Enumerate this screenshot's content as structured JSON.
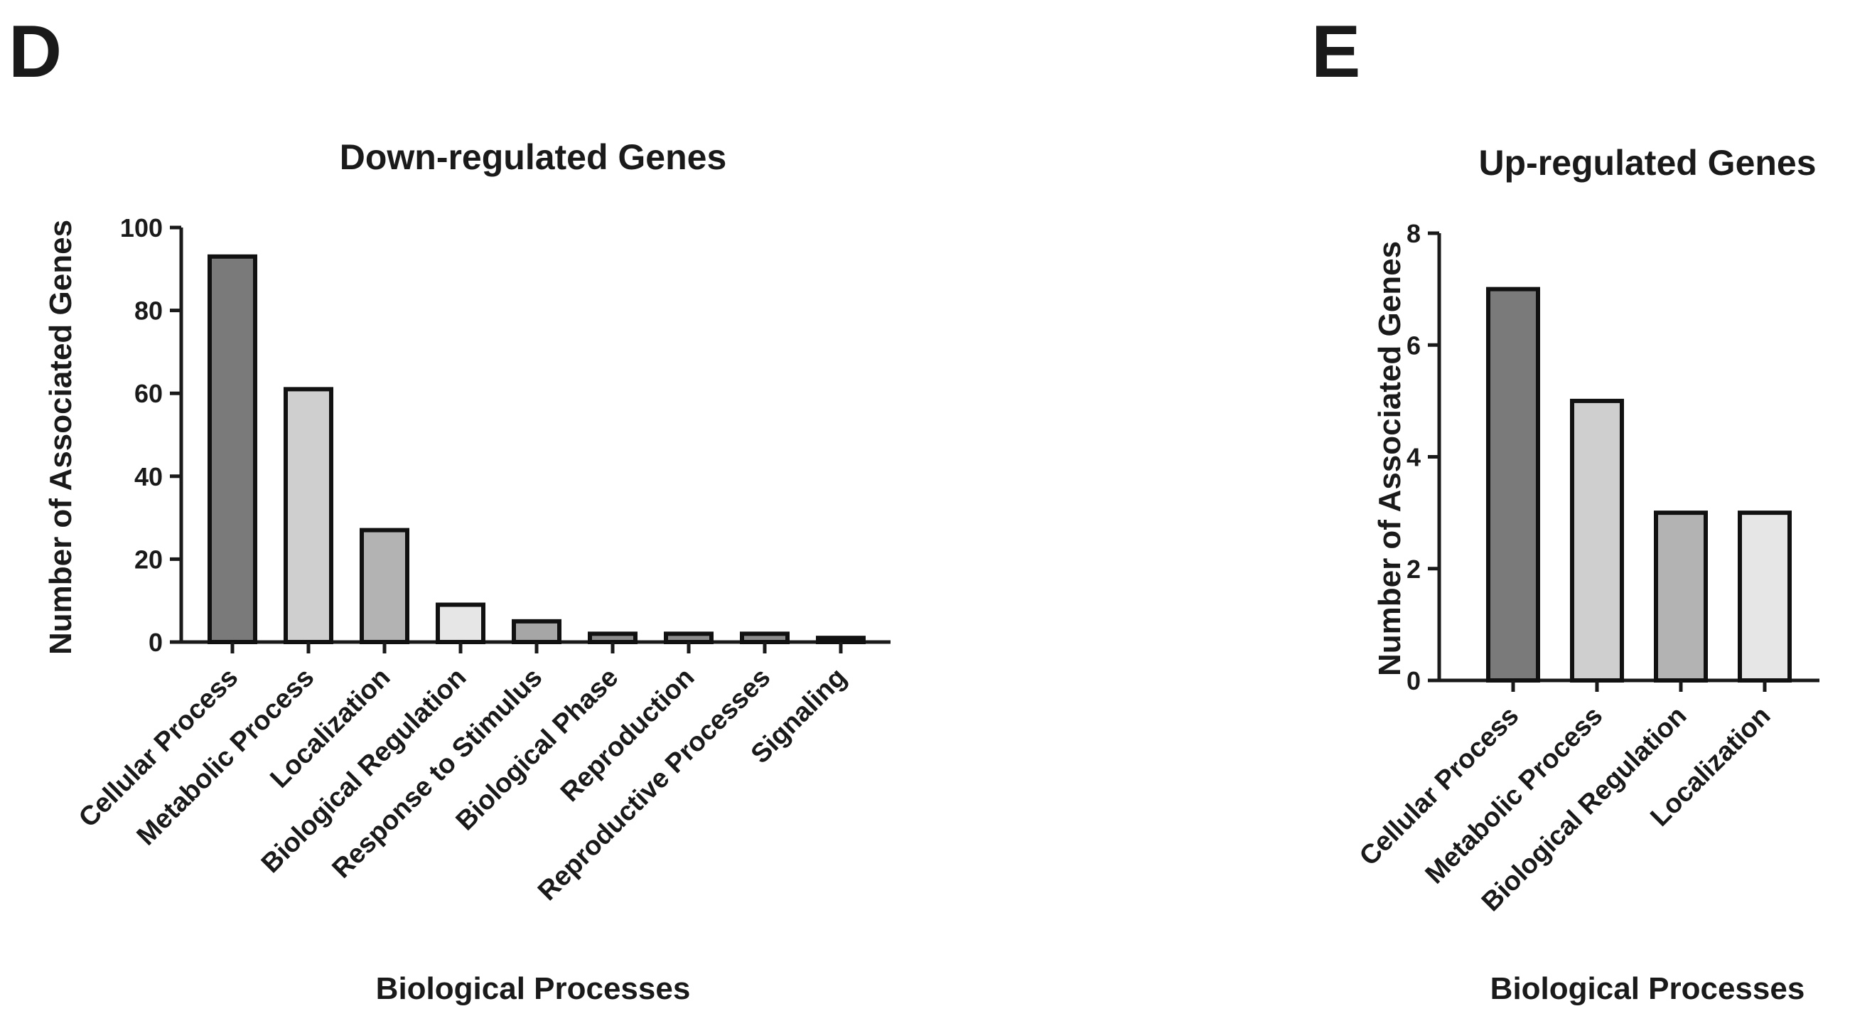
{
  "chart_data": [
    {
      "type": "bar",
      "panel": "D",
      "title": "Down-regulated Genes",
      "xlabel": "Biological Processes",
      "ylabel": "Number of Associated Genes",
      "ylim": [
        0,
        100
      ],
      "yticks": [
        0,
        20,
        40,
        60,
        80,
        100
      ],
      "categories": [
        "Cellular Process",
        "Metabolic Process",
        "Localization",
        "Biological Regulation",
        "Response to Stimulus",
        "Biological Phase",
        "Reproduction",
        "Reproductive Processes",
        "Signaling"
      ],
      "values": [
        93,
        61,
        27,
        9,
        5,
        2,
        2,
        2,
        1
      ],
      "colors": [
        "#7a7a7a",
        "#cfcfcf",
        "#b3b3b3",
        "#e6e6e6",
        "#a6a6a6",
        "#8c8c8c",
        "#8c8c8c",
        "#8c8c8c",
        "#8c8c8c"
      ],
      "grid": false,
      "legend": "none"
    },
    {
      "type": "bar",
      "panel": "E",
      "title": "Up-regulated Genes",
      "xlabel": "Biological Processes",
      "ylabel": "Number of Associated Genes",
      "ylim": [
        0,
        8
      ],
      "yticks": [
        0,
        2,
        4,
        6,
        8
      ],
      "categories": [
        "Cellular Process",
        "Metabolic Process",
        "Biological Regulation",
        "Localization"
      ],
      "values": [
        7,
        5,
        3,
        3
      ],
      "colors": [
        "#7a7a7a",
        "#cfcfcf",
        "#b3b3b3",
        "#e6e6e6"
      ],
      "grid": false,
      "legend": "none"
    }
  ]
}
